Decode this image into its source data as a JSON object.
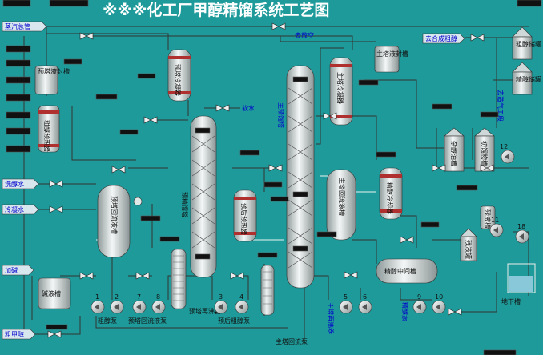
{
  "title": "※※※化工厂甲醇精馏系统工艺图",
  "inputs": {
    "steam_main": "蒸汽总管",
    "wash_water": "洗醇水",
    "cooling_water": "冷凝水",
    "alkali": "加碱",
    "crude_methanol": "粗甲醇"
  },
  "outlets": {
    "vent": "去放空",
    "soft_water": "软水",
    "syn_crude": "去合成粗醇",
    "to_gasification": "去造气工段",
    "sump": "地下槽"
  },
  "equipment": {
    "pre_seal": "预塔液封槽",
    "crude_preheater": "粗醇预热器",
    "pre_condenser": "预塔冷凝器",
    "pre_column": "预精馏塔",
    "pre_reflux": "预塔回流液槽",
    "alkali_tank": "碱液槽",
    "pre_reboiler": "预塔再沸器",
    "post_preheater": "预后预热器",
    "main_column": "主精馏塔",
    "main_condenser": "主塔冷凝器",
    "main_seal": "主塔液封槽",
    "main_reflux": "主塔回流液槽",
    "main_reboiler": "主塔再沸器",
    "methanol_cooler": "精醇冷却器",
    "methanol_intermediate": "精醇中间槽",
    "crude_storage": "粗醇储罐",
    "fine_storage": "精醇储罐",
    "impurity_tank": "杂醇油槽",
    "initial_tank": "初馏物槽",
    "waste_tank": "残液槽",
    "waste_recv": "残液罐"
  },
  "pumps": {
    "crude_pump": "粗醇泵",
    "pre_reflux_pump": "预塔回流液泵",
    "post_pump": "预后粗醇泵",
    "main_reflux_pump": "主塔回流泵",
    "fine_pump": "精醇泵",
    "numbers": [
      "1",
      "2",
      "7",
      "8",
      "3",
      "4",
      "5",
      "6",
      "9",
      "10",
      "11",
      "12",
      "18"
    ]
  },
  "colors": {
    "background": "#1f9a9a",
    "vessel": "#e8ecec",
    "tag": "#111111",
    "label_blue": "#0000cc"
  }
}
